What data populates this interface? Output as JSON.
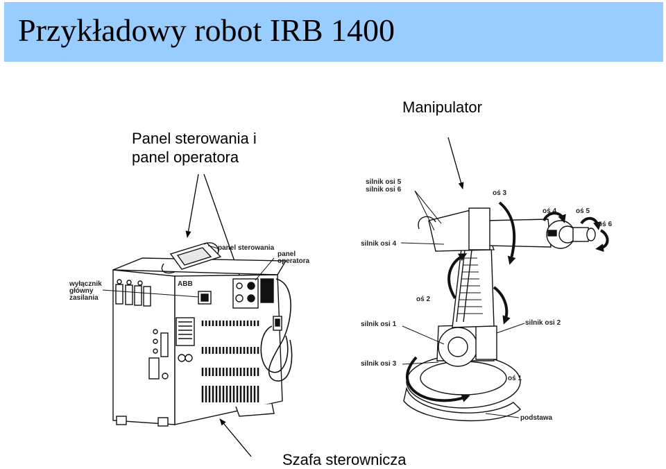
{
  "title": "Przykładowy robot IRB 1400",
  "labels": {
    "manipulator": "Manipulator",
    "panel_line1": "Panel sterowania i",
    "panel_line2": "panel operatora",
    "cabinet": "Szafa sterownicza"
  },
  "cabinet_annotations": {
    "control_panel": "panel sterowania",
    "operator_panel_line1": "panel",
    "operator_panel_line2": "operatora",
    "main_switch_line1": "wyłącznik",
    "main_switch_line2": "główny",
    "main_switch_line3": "zasilania",
    "brand": "ABB"
  },
  "robot_annotations": {
    "motor_axis_5": "silnik osi 5",
    "motor_axis_6": "silnik osi 6",
    "motor_axis_4": "silnik osi 4",
    "motor_axis_1": "silnik osi 1",
    "motor_axis_2": "silnik osi 2",
    "motor_axis_3": "silnik osi 3",
    "axis_1": "oś 1",
    "axis_2": "oś 2",
    "axis_3": "oś 3",
    "axis_4": "oś 4",
    "axis_5": "oś 5",
    "axis_6": "oś 6",
    "base": "podstawa"
  }
}
